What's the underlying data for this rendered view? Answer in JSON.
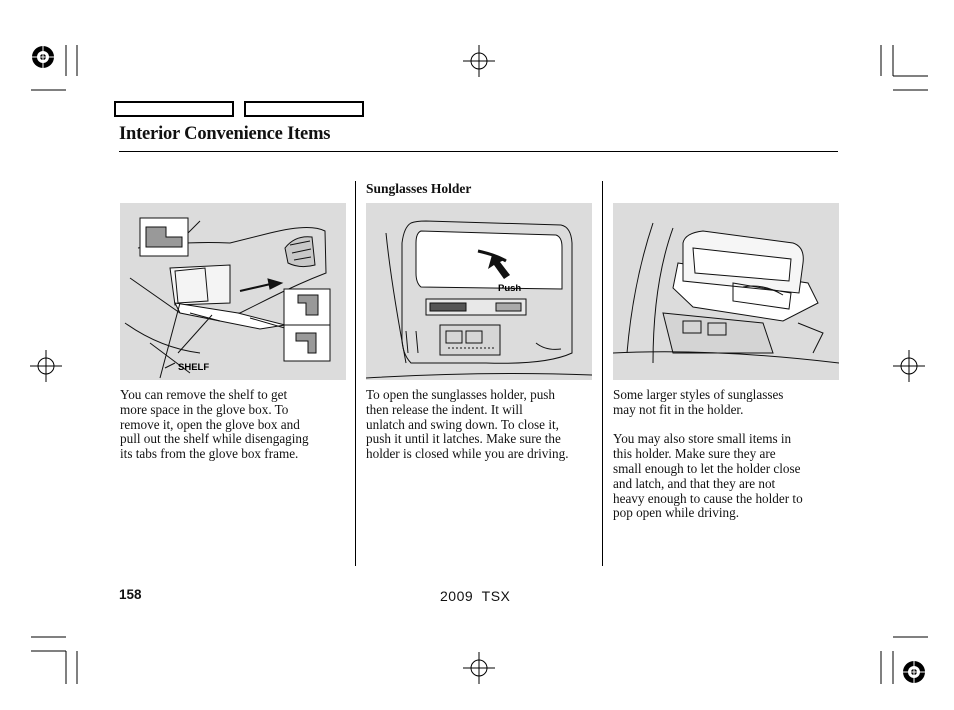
{
  "header": {
    "section_title": "Interior Convenience Items"
  },
  "columns": [
    {
      "figure": {
        "label": "SHELF"
      },
      "paragraphs": [
        "You can remove the shelf to get\nmore space in the glove box. To\nremove it, open the glove box and\npull out the shelf while disengaging\nits tabs from the glove box frame."
      ]
    },
    {
      "heading": "Sunglasses Holder",
      "figure": {
        "label": "Push"
      },
      "paragraphs": [
        "To open the sunglasses holder, push\nthen release the indent. It will\nunlatch and swing down. To close it,\npush it until it latches. Make sure the\nholder is closed while you are driving."
      ]
    },
    {
      "figure": {
        "label": ""
      },
      "paragraphs": [
        "Some larger styles of sunglasses\nmay not fit in the holder.",
        "You may also store small items in\nthis holder. Make sure they are\nsmall enough to let the holder close\nand latch, and that they are not\nheavy enough to cause the holder to\npop open while driving."
      ]
    }
  ],
  "footer": {
    "page_number": "158",
    "model": "2009  TSX"
  }
}
